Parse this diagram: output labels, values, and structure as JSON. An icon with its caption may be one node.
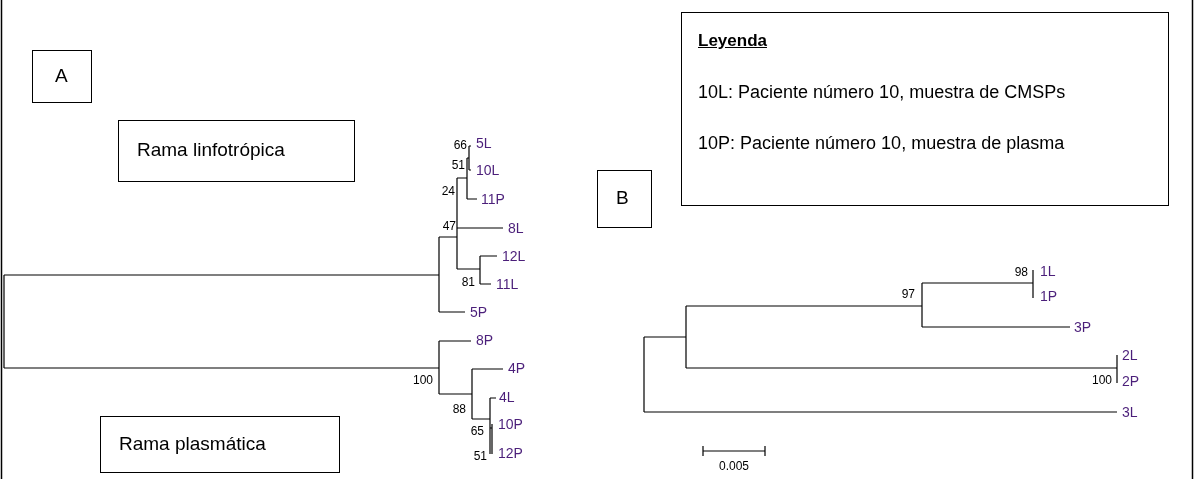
{
  "diagram": {
    "nodes": [
      {
        "text": [
          "A"
        ]
      },
      {
        "text": [
          "Rama linfotrópica"
        ]
      },
      {
        "text": [
          "B"
        ]
      },
      {
        "text": [
          "Leyenda",
          "10L: Paciente número 10, muestra de CMSPs",
          "10P: Paciente número 10, muestra de plasma"
        ]
      },
      {
        "text": [
          "Rama plasmática"
        ]
      }
    ],
    "edges": [],
    "labels": [
      "66",
      "5L",
      "51",
      "10L",
      "24",
      "11P",
      "47",
      "8L",
      "12L",
      "81",
      "11L",
      "5P",
      "8P",
      "100",
      "4P",
      "88",
      "4L",
      "65",
      "10P",
      "51",
      "12P",
      "98",
      "1L",
      "97",
      "1P",
      "3P",
      "2L",
      "100",
      "2P",
      "3L",
      "0.005"
    ]
  }
}
